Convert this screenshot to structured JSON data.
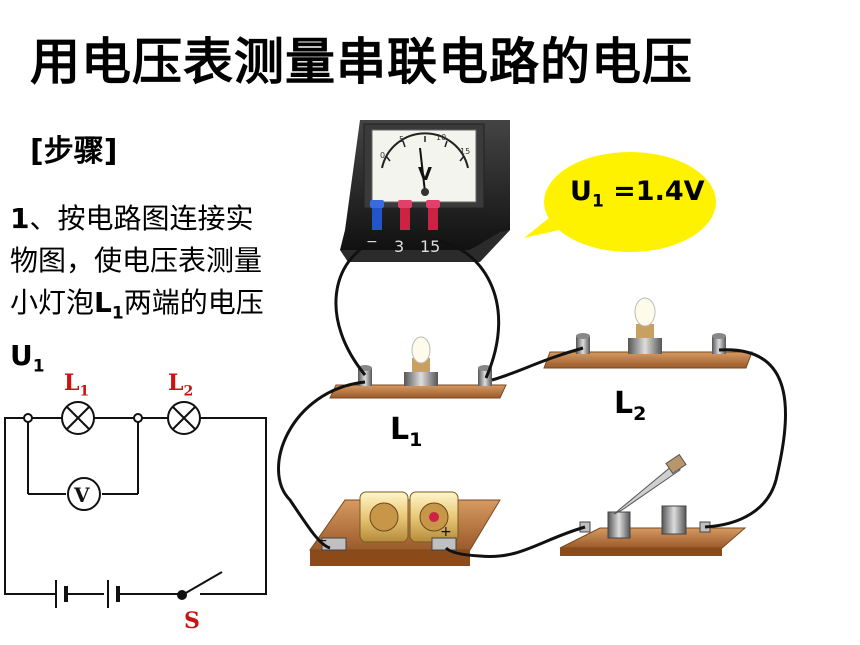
{
  "title": "用电压表测量串联电路的电压",
  "steps_heading": "[步骤]",
  "step1": {
    "number": "1",
    "line1": "、按电路图连接实",
    "line2": "物图，使电压表测量",
    "line3_a": "小灯泡",
    "lamp": "L",
    "lamp_sub": "1",
    "line3_b": "两端的电压",
    "voltage": "U",
    "voltage_sub": "1"
  },
  "callout": {
    "symbol": "U",
    "sub": "1",
    "value": " =1.4V",
    "color": "#fff200"
  },
  "meter": {
    "letter": "V",
    "scale_marks": [
      "0",
      "5",
      "10",
      "15"
    ],
    "terminal_minus": "−",
    "terminal_3": "3",
    "terminal_15": "15"
  },
  "lamp_labels": {
    "l1": "L",
    "l1_sub": "1",
    "l2": "L",
    "l2_sub": "2"
  },
  "schematic": {
    "l1": "L",
    "l1_sub": "1",
    "l2": "L",
    "l2_sub": "2",
    "voltmeter": "V",
    "switch": "S",
    "label_color": "#cc1111"
  },
  "battery_signs": {
    "minus": "−",
    "plus": "+"
  }
}
